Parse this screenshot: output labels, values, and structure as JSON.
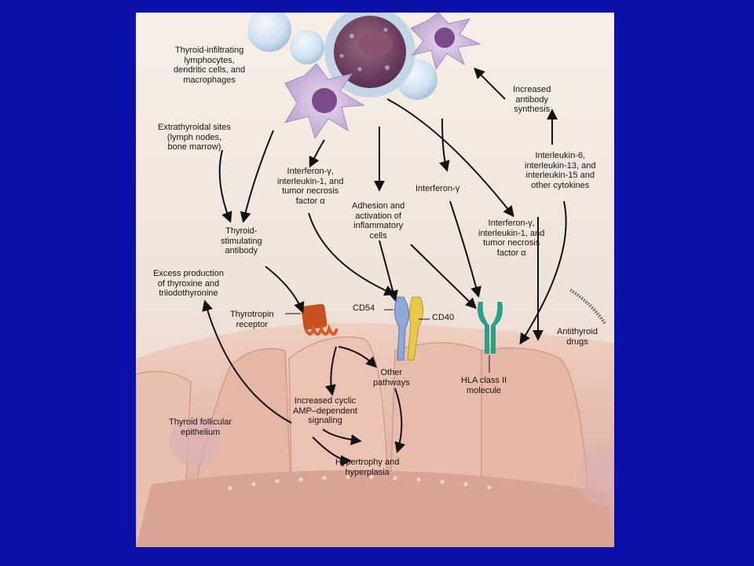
{
  "colors": {
    "background": "#0b10a8",
    "panel": "#f3e9e1",
    "tissue": "#e8b8a8",
    "lymphocyte": "#cfe0ee",
    "dendritic_cell": "#c9b4dc",
    "nucleus": "#7a4a7a",
    "receptor": "#c8501e",
    "cd54": "#8fa8d8",
    "cd40": "#e8c84a",
    "hla": "#2aa08a",
    "arrow": "#111111"
  },
  "labels": {
    "infiltrating_cells": "Thyroid-infiltrating\nlymphocytes,\ndendritic cells, and\nmacrophages",
    "extrathyroidal": "Extrathyroidal sites\n(lymph nodes,\nbone marrow)",
    "cytokines_left": "Interferon-γ,\ninterleukin-1, and\ntumor necrosis\nfactor α",
    "adhesion": "Adhesion and\nactivation of\ninflammatory\ncells",
    "interferon_gamma": "Interferon-γ",
    "increased_antibody": "Increased\nantibody\nsynthesis",
    "interleukins": "Interleukin-6,\ninterleukin-13, and\ninterleukin-15 and\nother cytokines",
    "cytokines_right": "Interferon-γ,\ninterleukin-1, and\ntumor necrosis\nfactor α",
    "tsab": "Thyroid-\nstimulating\nantibody",
    "excess_production": "Excess production\nof thyroxine and\ntriiodothyronine",
    "thyrotropin_receptor": "Thyrotropin\nreceptor",
    "cd54": "CD54",
    "cd40": "CD40",
    "antithyroid_drugs": "Antithyroid\ndrugs",
    "other_pathways": "Other\npathways",
    "hla_class_ii": "HLA class II\nmolecule",
    "camp_signaling": "Increased cyclic\nAMP–dependent\nsignaling",
    "follicular_epithelium": "Thyroid follicular\nepithelium",
    "hypertrophy": "Hypertrophy and\nhyperplasia"
  }
}
